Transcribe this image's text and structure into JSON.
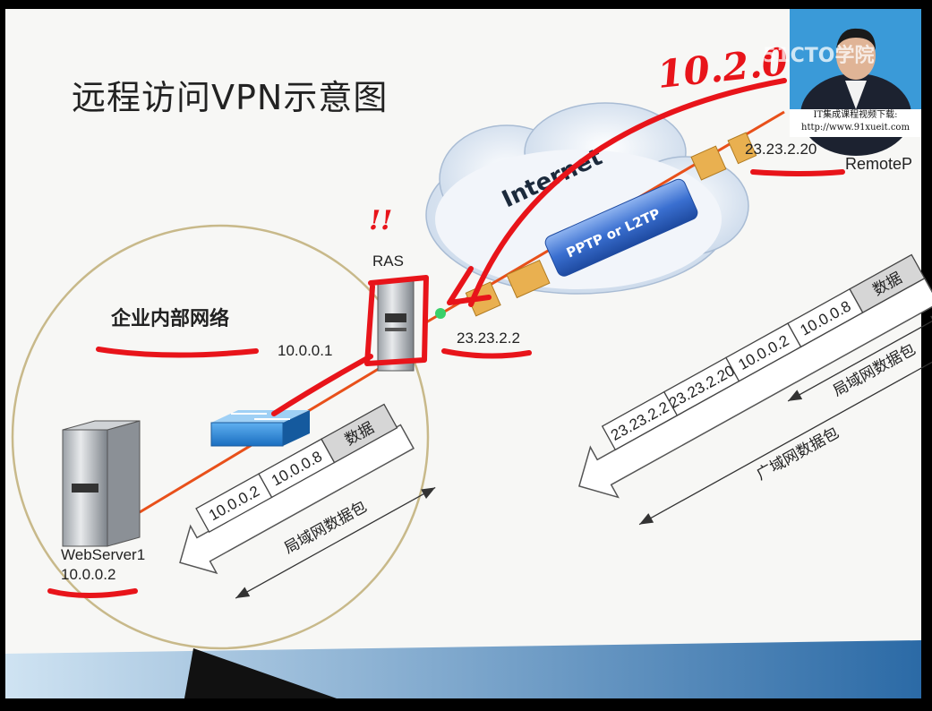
{
  "slide": {
    "title": "远程访问VPN示意图"
  },
  "nodes": {
    "ras": "RAS",
    "ras_inner_ip": "10.0.0.1",
    "ras_outer_ip": "23.23.2.2",
    "remote_ip": "23.23.2.20",
    "remote_label": "RemoteP",
    "webserver_name": "WebServer1",
    "webserver_ip": "10.0.0.2",
    "internal_network": "企业内部网络"
  },
  "cloud": {
    "label": "Internet",
    "tunnel_label": "PPTP or L2TP"
  },
  "packets": {
    "lan_packet": {
      "fields": [
        "10.0.0.2",
        "10.0.0.8",
        "数据"
      ],
      "caption": "局域网数据包"
    },
    "wan_packet": {
      "fields": [
        "23.23.2.2",
        "23.23.2.20",
        "10.0.0.2",
        "10.0.0.8",
        "数据"
      ],
      "inner_caption": "局域网数据包",
      "outer_caption": "广域网数据包"
    }
  },
  "annotations": {
    "handwritten_1": "10.2.0",
    "handwritten_2": "!!"
  },
  "webcam": {
    "watermark": "51CTO学院",
    "caption_line1": "IT集成课程视频下载:",
    "caption_line2": "http://www.91xueit.com"
  },
  "colors": {
    "ink_red": "#e8141a",
    "link_orange": "#e8501a",
    "tunnel_blue": "#3a6fd0"
  }
}
